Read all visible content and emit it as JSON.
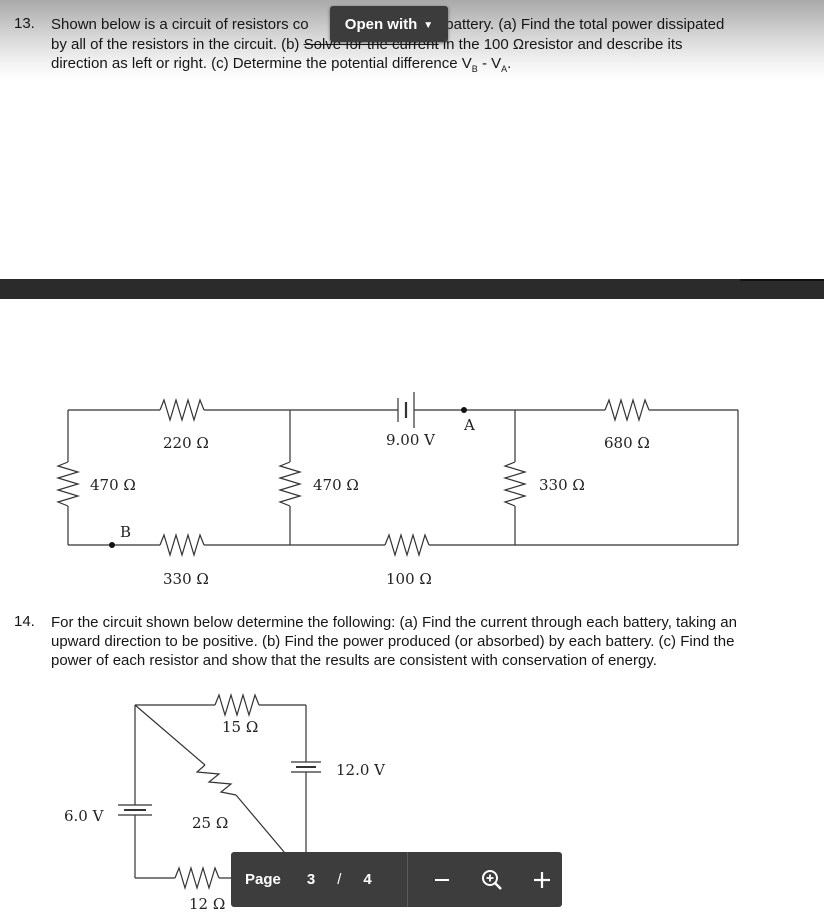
{
  "viewer": {
    "open_with_label": "Open with",
    "page_label": "Page",
    "current_page": "3",
    "page_separator": "/",
    "total_pages": "4"
  },
  "problem13": {
    "number": "13.",
    "line1_a": "Shown below is a circuit of resistors co",
    "line1_b": "0 V battery.  (a) Find the total power dissipated",
    "line2_a": "by all of the resistors in the circuit.  (b) ",
    "line2_strike": "Solve for the current",
    "line2_b": " in the 100 Ωresistor and describe its",
    "line3_a": "direction as left or right.  (c) Determine the potential difference V",
    "sub_b": "B",
    "line3_mid": " - V",
    "sub_a": "A",
    "line3_end": "."
  },
  "circuit13": {
    "labels": {
      "r_top_left": "220 Ω",
      "battery": "9.00 V",
      "node_a": "A",
      "r_top_right": "680 Ω",
      "r_left": "470 Ω",
      "r_mid": "470 Ω",
      "r_right": "330 Ω",
      "node_b": "B",
      "r_bottom_left": "330 Ω",
      "r_bottom_mid": "100 Ω"
    }
  },
  "problem14": {
    "number": "14.",
    "line1": "For the circuit shown below determine the following:  (a) Find the current through each battery, taking an",
    "line2": "upward direction to be positive.  (b) Find the power produced (or absorbed) by each battery.  (c) Find the",
    "line3": "power of each resistor and show that the results are consistent with conservation of energy."
  },
  "circuit14": {
    "labels": {
      "r_top": "15 Ω",
      "battery_right": "12.0 V",
      "battery_left": "6.0 V",
      "r_diag": "25 Ω",
      "r_bottom": "12 Ω"
    }
  }
}
